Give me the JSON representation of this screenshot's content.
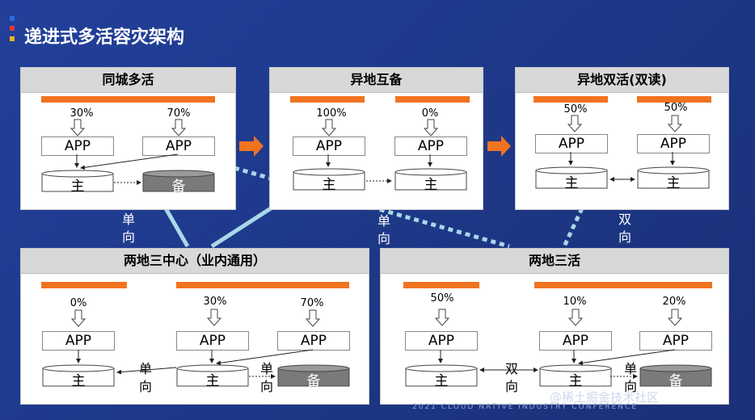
{
  "title": "递进式多活容灾架构",
  "colors": {
    "background": "#1f3a8c",
    "accent": "#f0731f",
    "connector": "#a8d8ea",
    "backup_db": "#7a7a7a",
    "deco": [
      "#2a6be0",
      "#e23b3b",
      "#f3b21b"
    ]
  },
  "panels": {
    "same_city": {
      "title": "同城多活",
      "pct": [
        "30%",
        "70%"
      ],
      "app": [
        "APP",
        "APP"
      ],
      "db_primary": "主",
      "db_backup": "备"
    },
    "remote_backup": {
      "title": "异地互备",
      "pct": [
        "100%",
        "0%"
      ],
      "app": [
        "APP",
        "APP"
      ],
      "db": [
        "主",
        "主"
      ]
    },
    "remote_dual": {
      "title": "异地双活(双读)",
      "pct": [
        "50%",
        "50%"
      ],
      "app": [
        "APP",
        "APP"
      ],
      "db": [
        "主",
        "主"
      ]
    },
    "two_site_three": {
      "title": "两地三中心（业内通用）",
      "pct": [
        "0%",
        "30%",
        "70%"
      ],
      "app": [
        "APP",
        "APP",
        "APP"
      ],
      "db": [
        "主",
        "主",
        "备"
      ],
      "notes": [
        "单向",
        "单向"
      ]
    },
    "two_site_three_active": {
      "title": "两地三活",
      "pct": [
        "50%",
        "10%",
        "20%"
      ],
      "app": [
        "APP",
        "APP",
        "APP"
      ],
      "db": [
        "主",
        "主",
        "备"
      ],
      "notes": [
        "双向",
        "单向"
      ]
    }
  },
  "connector_labels": {
    "left": "单向",
    "middle": "单向",
    "right": "双向"
  },
  "footer": "2021 CLOUD NATIVE INDUSTRY CONFERENCE",
  "watermark": "@稀土掘金技术社区"
}
